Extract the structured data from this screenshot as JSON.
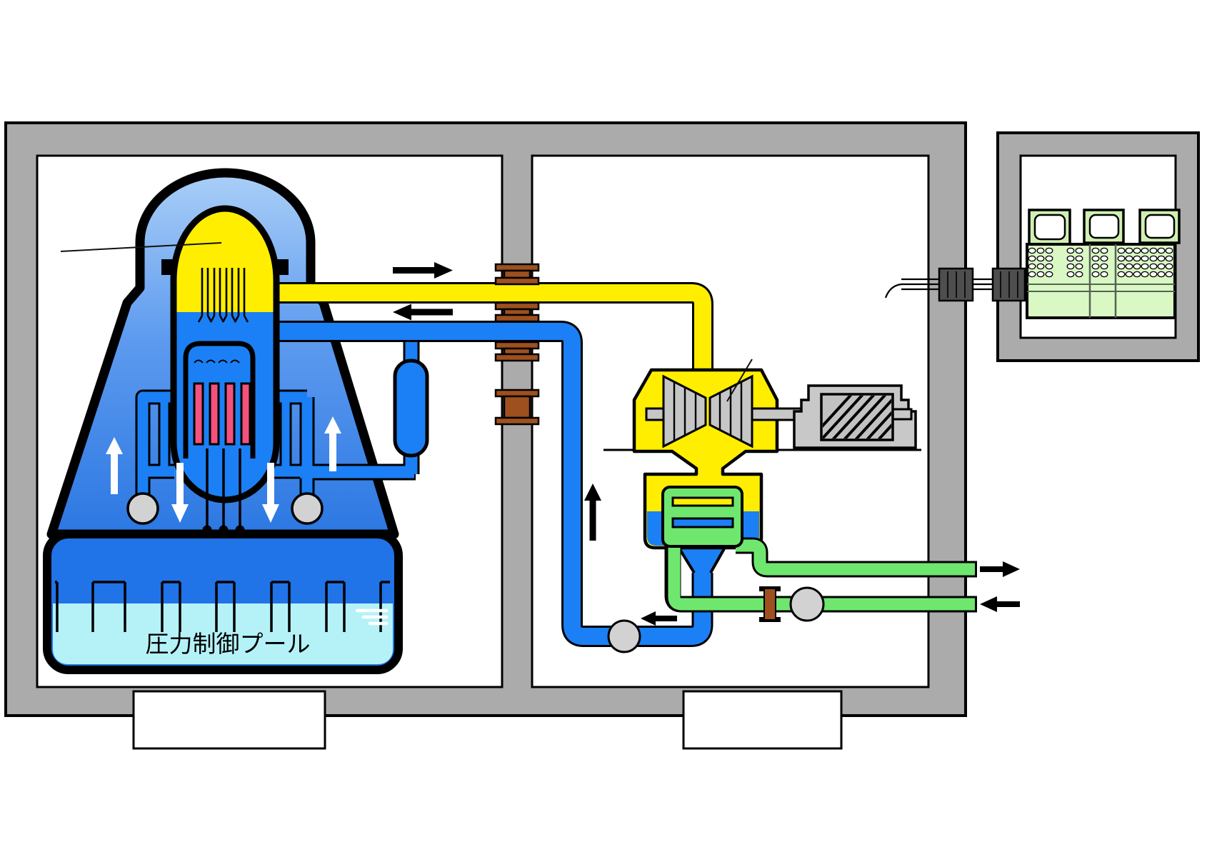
{
  "labels": {
    "suppression_pool": "圧力制御プール",
    "reactor_building_box": "",
    "turbine_building_box": ""
  },
  "colors": {
    "wall_gray": "#ABABAB",
    "steam_yellow": "#FFEE00",
    "water_blue": "#1B80F5",
    "containment_light_blue": "#AACFF7",
    "containment_deep_blue": "#2B77E2",
    "wetwell_gas_blue": "#2173E8",
    "pool_cyan": "#B4F2F8",
    "cooling_green": "#6FE76F",
    "panel_green": "#D9F8C3",
    "monitor_frame_green": "#CFF0B2",
    "fuel_rod_pink": "#F4517C",
    "flange_brown": "#9E501F",
    "pump_gray": "#D2D2D2",
    "machine_gray": "#C8C8C8",
    "cable_block_gray": "#4E4E4E"
  },
  "flow_arrows": [
    {
      "name": "steam-flow-arrow",
      "direction": "right",
      "color": "black"
    },
    {
      "name": "feedwater-return-arrow",
      "direction": "left",
      "color": "black"
    },
    {
      "name": "condensate-riser-arrow",
      "direction": "up",
      "color": "black"
    },
    {
      "name": "condensate-pump-arrow",
      "direction": "left",
      "color": "black"
    },
    {
      "name": "cooling-water-outlet-arrow",
      "direction": "right",
      "color": "black"
    },
    {
      "name": "cooling-water-inlet-arrow",
      "direction": "left",
      "color": "black"
    },
    {
      "name": "annulus-up-arrow-left",
      "direction": "up",
      "color": "white"
    },
    {
      "name": "annulus-up-arrow-right",
      "direction": "up",
      "color": "white"
    },
    {
      "name": "downcomer-arrow-left",
      "direction": "down",
      "color": "white"
    },
    {
      "name": "downcomer-arrow-right",
      "direction": "down",
      "color": "white"
    }
  ],
  "control_room": {
    "monitor_count": 3,
    "panel": {
      "rows": [
        351,
        362,
        373,
        384
      ],
      "groups": [
        {
          "cols": [
            1445,
            1457,
            1469
          ]
        },
        {
          "cols": [
            1499,
            1511
          ]
        },
        {
          "cols": [
            1534,
            1546
          ]
        },
        {
          "cols": [
            1570,
            1581,
            1592,
            1603
          ]
        },
        {
          "cols": [
            1615,
            1626,
            1637
          ]
        }
      ],
      "dot": {
        "rx": 4.8,
        "ry": 3.6
      }
    }
  }
}
